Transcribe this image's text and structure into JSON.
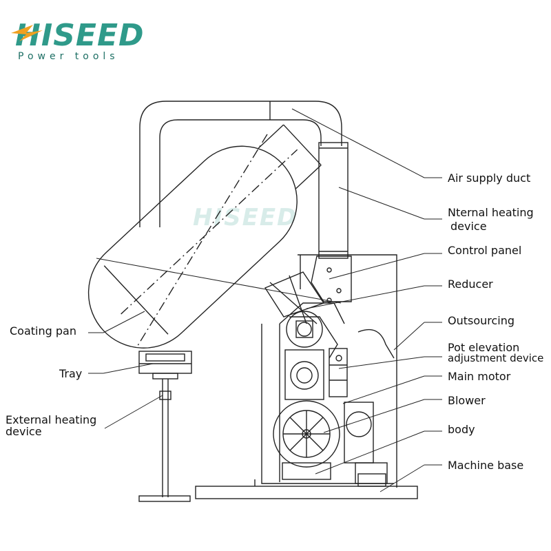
{
  "brand": {
    "name": "HISEED",
    "tagline": "Power tools",
    "accent_color": "#2f9a8a",
    "bolt_color": "#f0a020"
  },
  "watermark": {
    "text": "HISEED"
  },
  "labels": {
    "air_supply_duct": "Air supply duct",
    "internal_heating_line1": "Nternal heating",
    "internal_heating_line2": "device",
    "control_panel": "Control panel",
    "reducer": "Reducer",
    "outsourcing": "Outsourcing",
    "pot_elevation_line1": "Pot elevation",
    "pot_elevation_line2": "adjustment device",
    "main_motor": "Main motor",
    "blower": "Blower",
    "body": "body",
    "machine_base": "Machine base",
    "coating_pan": "Coating pan",
    "tray": "Tray",
    "external_heating_line1": "External heating",
    "external_heating_line2": "device"
  }
}
